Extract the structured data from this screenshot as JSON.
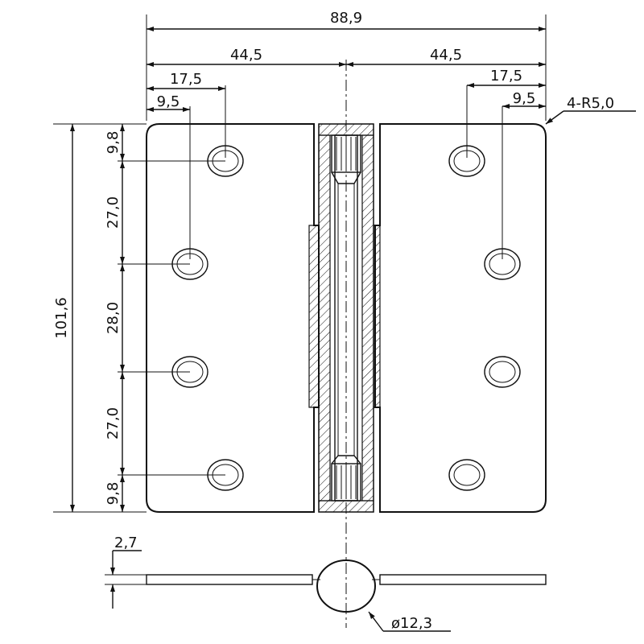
{
  "dimensions": {
    "overall_width": "88,9",
    "half_width_left": "44,5",
    "half_width_right": "44,5",
    "hole_offset_outer_left": "17,5",
    "hole_offset_outer_right": "17,5",
    "hole_offset_inner_left": "9,5",
    "hole_offset_inner_right": "9,5",
    "corner_radius": "4-R5,0",
    "overall_height": "101,6",
    "pitch_top_edge": "9,8",
    "pitch_1": "27,0",
    "pitch_2": "28,0",
    "pitch_3": "27,0",
    "pitch_bottom_edge": "9,8",
    "leaf_thickness": "2,7",
    "knuckle_diameter": "ø12,3"
  },
  "colors": {
    "ink": "#111111",
    "background": "#ffffff"
  }
}
